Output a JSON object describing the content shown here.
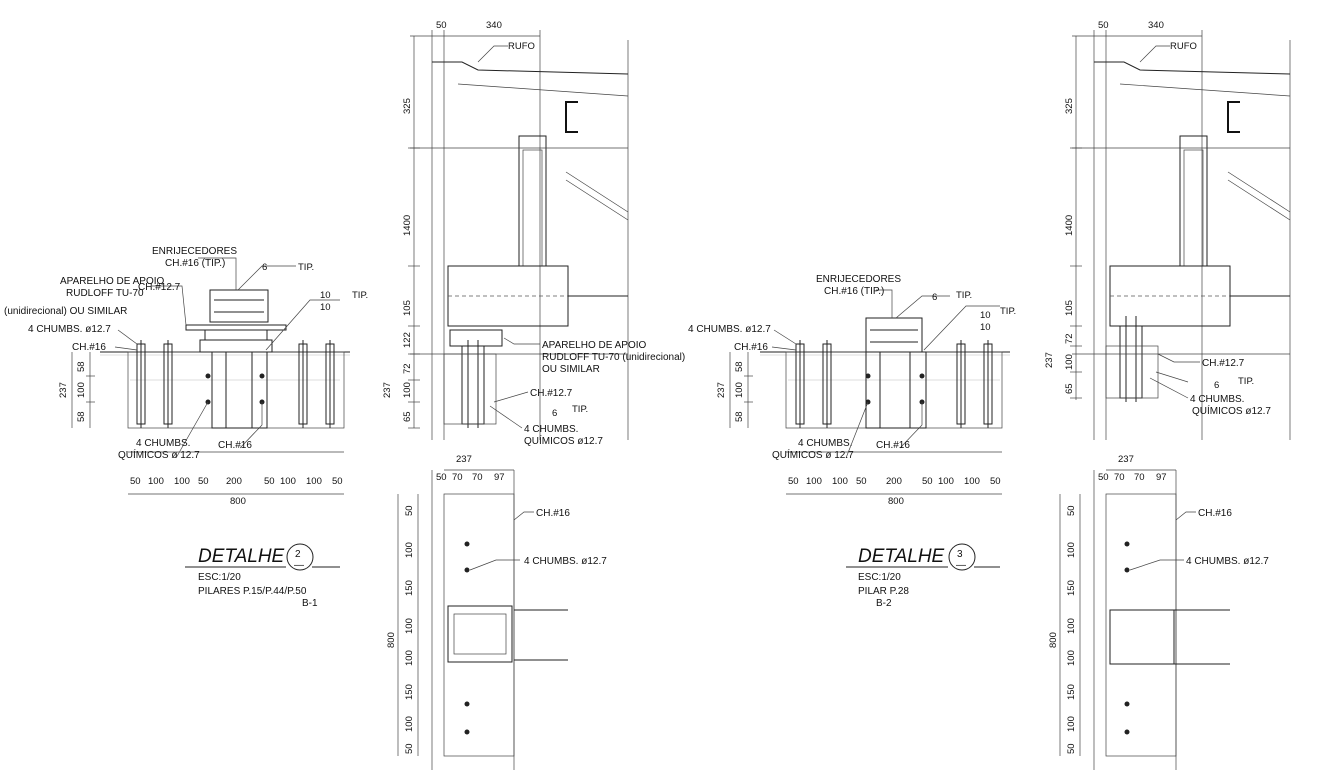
{
  "detail2": {
    "label_enrijecedores": "ENRIJECEDORES",
    "label_ch16_tip": "CH.#16 (TIP.)",
    "label_aparelho_1": "APARELHO DE APOIO",
    "label_aparelho_2": "RUDLOFF TU-70",
    "label_aparelho_3": "(unidirecional) OU SIMILAR",
    "label_ch127": "CH.#12.7",
    "label_4chumbs": "4 CHUMBS. ø12.7",
    "label_ch16": "CH.#16",
    "label_chumbs_a": "4 CHUMBS.",
    "label_chumbs_b": "QUÍMICOS ø 12.7",
    "label_ch16_b": "CH.#16",
    "weld_6": "6",
    "weld_tip": "TIP.",
    "weld_10a": "10",
    "weld_10b": "10",
    "dim_237": "237",
    "dim_58a": "58",
    "dim_100": "100",
    "dim_58b": "58",
    "bottom_dims": [
      "50",
      "100",
      "100",
      "50",
      "200",
      "50",
      "100",
      "100",
      "50"
    ],
    "dim_800": "800",
    "title": "DETALHE",
    "num": "2",
    "dash": "—",
    "scale": "ESC:1/20",
    "pilares": "PILARES P.15/P.44/P.50",
    "ref": "B-1"
  },
  "detail3": {
    "label_enrijecedores": "ENRIJECEDORES",
    "label_ch16_tip": "CH.#16 (TIP.)",
    "label_4chumbs": "4 CHUMBS. ø12.7",
    "label_ch16": "CH.#16",
    "label_chumbs_a": "4 CHUMBS.",
    "label_chumbs_b": "QUÍMICOS ø 12.7",
    "label_ch16_b": "CH.#16",
    "weld_6": "6",
    "weld_tip": "TIP.",
    "weld_10a": "10",
    "weld_10b": "10",
    "dim_237": "237",
    "dim_58a": "58",
    "dim_100": "100",
    "dim_58b": "58",
    "bottom_dims": [
      "50",
      "100",
      "100",
      "50",
      "200",
      "50",
      "100",
      "100",
      "50"
    ],
    "dim_800": "800",
    "title": "DETALHE",
    "num": "3",
    "dash": "—",
    "scale": "ESC:1/20",
    "pilar": "PILAR P.28",
    "ref": "B-2"
  },
  "section2": {
    "dim_50": "50",
    "dim_340": "340",
    "rufo": "RUFO",
    "dim_325": "325",
    "dim_1400": "1400",
    "dim_105": "105",
    "dim_122": "122",
    "dim_237": "237",
    "dim_72": "72",
    "dim_100": "100",
    "dim_65": "65",
    "label_aparelho_1": "APARELHO DE APOIO",
    "label_aparelho_2": "RUDLOFF TU-70 (unidirecional)",
    "label_aparelho_3": "OU SIMILAR",
    "label_ch127": "CH.#12.7",
    "weld_6": "6",
    "weld_tip": "TIP.",
    "label_chumbs_a": "4 CHUMBS.",
    "label_chumbs_b": "QUÍMICOS ø12.7"
  },
  "section3": {
    "dim_50": "50",
    "dim_340": "340",
    "rufo": "RUFO",
    "dim_325": "325",
    "dim_1400": "1400",
    "dim_105": "105",
    "dim_237": "237",
    "dim_72": "72",
    "dim_100": "100",
    "dim_65": "65",
    "label_ch127": "CH.#12.7",
    "weld_6": "6",
    "weld_tip": "TIP.",
    "label_chumbs_a": "4 CHUMBS.",
    "label_chumbs_b": "QUÍMICOS ø12.7"
  },
  "plan2": {
    "dim_237": "237",
    "top_dims": [
      "50",
      "70",
      "70",
      "97"
    ],
    "label_ch16": "CH.#16",
    "label_4chumbs": "4 CHUMBS. ø12.7",
    "left_dims": [
      "50",
      "100",
      "150",
      "100",
      "100",
      "150",
      "100",
      "50"
    ],
    "dim_800": "800"
  },
  "plan3": {
    "dim_237": "237",
    "top_dims": [
      "50",
      "70",
      "70",
      "97"
    ],
    "label_ch16": "CH.#16",
    "label_4chumbs": "4 CHUMBS. ø12.7",
    "left_dims": [
      "50",
      "100",
      "150",
      "100",
      "100",
      "150",
      "100",
      "50"
    ],
    "dim_800": "800"
  }
}
